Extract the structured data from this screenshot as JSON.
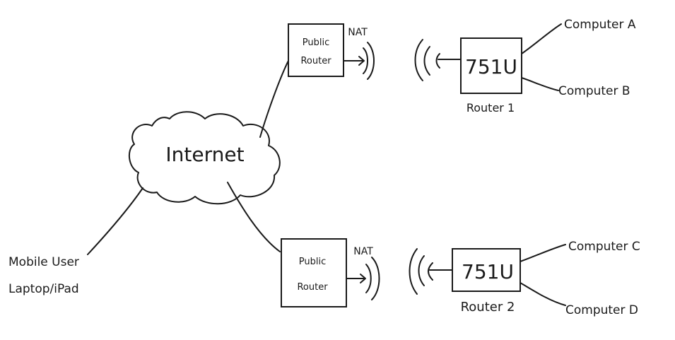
{
  "cloud": {
    "label": "Internet"
  },
  "public_router_top": {
    "line1": "Public",
    "line2": "Router",
    "nat": "NAT"
  },
  "public_router_bottom": {
    "line1": "Public",
    "line2": "Router",
    "nat": "NAT"
  },
  "router1": {
    "model": "751U",
    "caption": "Router 1"
  },
  "router2": {
    "model": "751U",
    "caption": "Router 2"
  },
  "computers": {
    "a": "Computer A",
    "b": "Computer B",
    "c": "Computer C",
    "d": "Computer D"
  },
  "mobile_user": {
    "line1": "Mobile User",
    "line2": "Laptop/iPad"
  }
}
